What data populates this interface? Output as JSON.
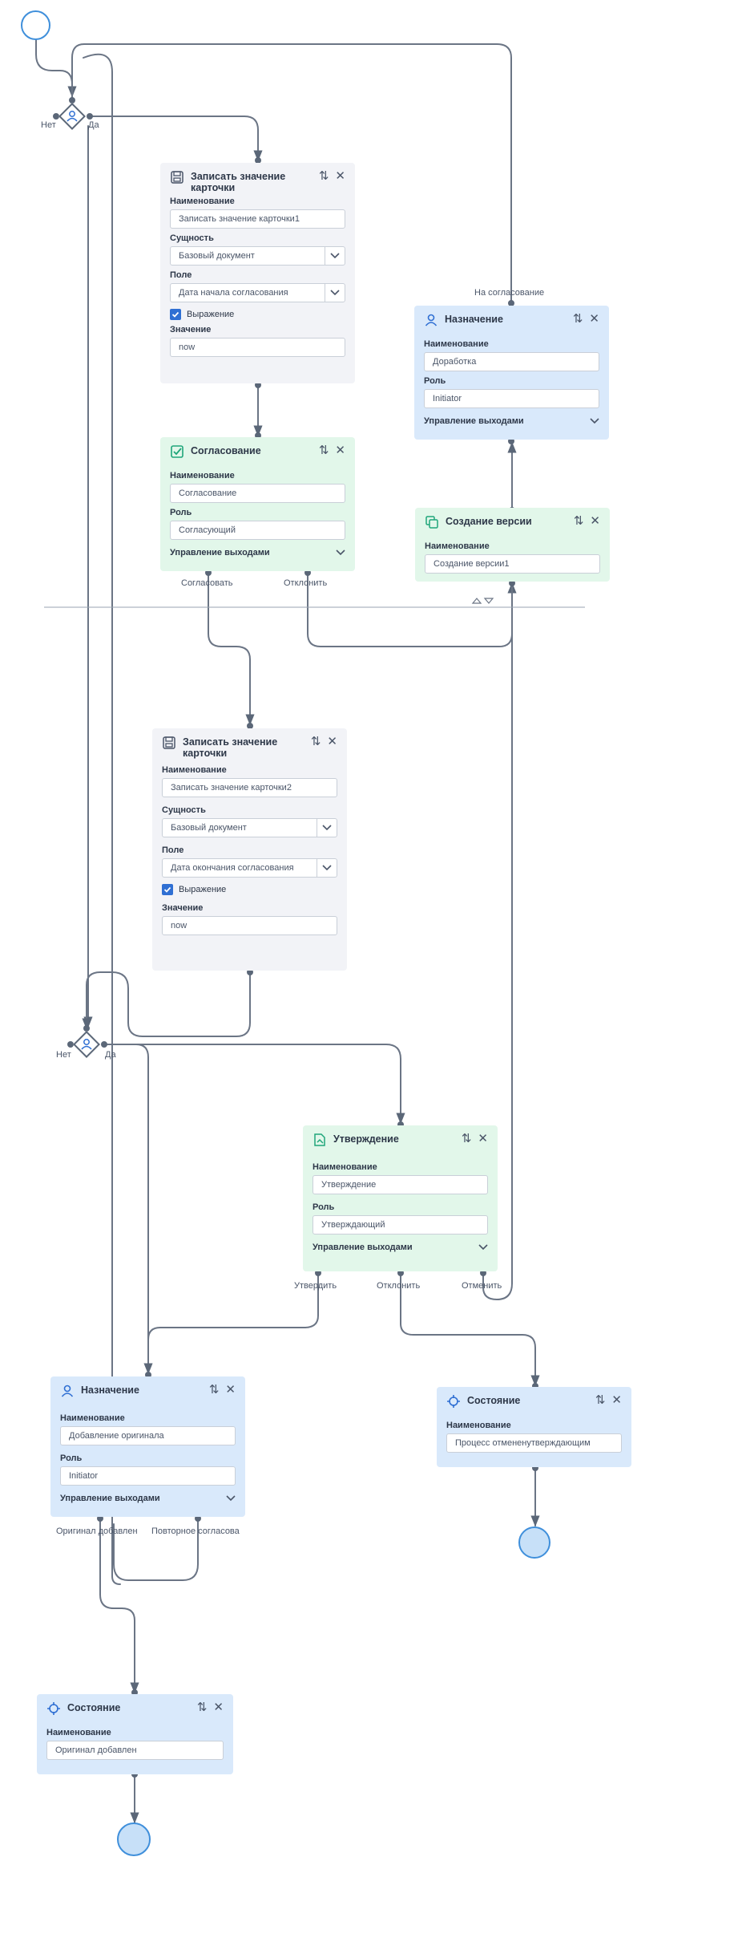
{
  "diagram_title": "",
  "gateway_1": {
    "no_label": "Нет",
    "yes_label": "Да"
  },
  "gateway_2": {
    "no_label": "Нет",
    "yes_label": "Да"
  },
  "write_card_1": {
    "title": "Записать значение карточки",
    "name_label": "Наименование",
    "name_value": "Записать значение карточки1",
    "entity_label": "Сущность",
    "entity_value": "Базовый документ",
    "field_label": "Поле",
    "field_value": "Дата начала согласования",
    "expression_label": "Выражение",
    "value_label": "Значение",
    "value_value": "now"
  },
  "approval_1": {
    "title": "Согласование",
    "name_label": "Наименование",
    "name_value": "Согласование",
    "role_label": "Роль",
    "role_value": "Согласующий",
    "exits_label": "Управление выходами",
    "out_approve": "Согласовать",
    "out_reject": "Отклонить"
  },
  "assignment_rework": {
    "title": "Назначение",
    "name_label": "Наименование",
    "name_value": "Доработка",
    "role_label": "Роль",
    "role_value": "Initiator",
    "exits_label": "Управление выходами",
    "out_label": "На согласование"
  },
  "create_version": {
    "title": "Создание версии",
    "name_label": "Наименование",
    "name_value": "Создание версии1"
  },
  "write_card_2": {
    "title": "Записать значение карточки",
    "name_label": "Наименование",
    "name_value": "Записать значение карточки2",
    "entity_label": "Сущность",
    "entity_value": "Базовый документ",
    "field_label": "Поле",
    "field_value": "Дата окончания согласования",
    "expression_label": "Выражение",
    "value_label": "Значение",
    "value_value": "now"
  },
  "confirmation": {
    "title": "Утверждение",
    "name_label": "Наименование",
    "name_value": "Утверждение",
    "role_label": "Роль",
    "role_value": "Утверждающий",
    "exits_label": "Управление выходами",
    "out_approve": "Утвердить",
    "out_reject": "Отклонить",
    "out_cancel": "Отменить"
  },
  "assignment_original": {
    "title": "Назначение",
    "name_label": "Наименование",
    "name_value": "Добавление оригинала",
    "role_label": "Роль",
    "role_value": "Initiator",
    "exits_label": "Управление выходами",
    "out_added": "Оригинал добавлен",
    "out_repeat": "Повторное согласова"
  },
  "state_cancelled": {
    "title": "Состояние",
    "name_label": "Наименование",
    "name_value": "Процесс отмененутверждающим"
  },
  "state_original": {
    "title": "Состояние",
    "name_label": "Наименование",
    "name_value": "Оригинал добавлен"
  },
  "colors": {
    "gray_node": "#f2f3f7",
    "green_node": "#e2f7ea",
    "blue_node": "#d9e9fb",
    "wire": "#6b7585",
    "event_border": "#3f8fdb"
  }
}
